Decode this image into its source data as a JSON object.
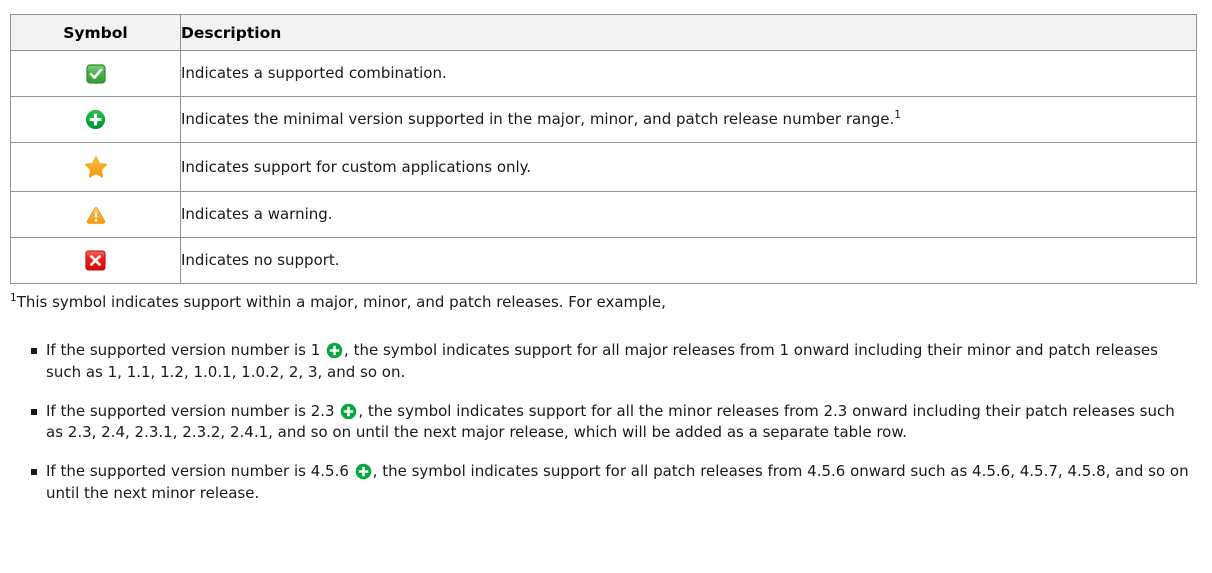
{
  "table": {
    "headers": [
      "Symbol",
      "Description"
    ],
    "rows": [
      {
        "icon": "green-check-box-icon",
        "description": "Indicates a supported combination.",
        "footnote_marker": ""
      },
      {
        "icon": "green-plus-circle-icon",
        "description": "Indicates the minimal version supported in the major, minor, and patch release number range.",
        "footnote_marker": "1"
      },
      {
        "icon": "orange-star-icon",
        "description": "Indicates support for custom applications only.",
        "footnote_marker": ""
      },
      {
        "icon": "orange-warning-triangle-icon",
        "description": "Indicates a warning.",
        "footnote_marker": ""
      },
      {
        "icon": "red-x-box-icon",
        "description": "Indicates no support.",
        "footnote_marker": ""
      }
    ]
  },
  "footnote": {
    "marker": "1",
    "text": "This symbol indicates support within a major, minor, and patch releases. For example,"
  },
  "examples": [
    {
      "icon": "green-plus-circle-icon",
      "text_before": "If the supported version number is 1 ",
      "text_after": ", the symbol indicates support for all major releases from 1 onward including their minor and patch releases such as 1, 1.1, 1.2, 1.0.1, 1.0.2, 2, 3, and so on."
    },
    {
      "icon": "green-plus-circle-icon",
      "text_before": "If the supported version number is 2.3 ",
      "text_after": ", the symbol indicates support for all the minor releases from 2.3 onward including their patch releases such as 2.3, 2.4, 2.3.1, 2.3.2, 2.4.1, and so on until the next major release, which will be added as a separate table row."
    },
    {
      "icon": "green-plus-circle-icon",
      "text_before": "If the supported version number is 4.5.6 ",
      "text_after": ", the symbol indicates support for all patch releases from 4.5.6 onward such as 4.5.6, 4.5.7, 4.5.8, and so on until the next minor release."
    }
  ],
  "colors": {
    "table_border": "#949494",
    "header_background": "#f2f2f2",
    "text": "#1a1a1a",
    "check_green": "#3aa741",
    "plus_green": "#00a63f",
    "star_orange": "#f9a825",
    "warning_orange": "#f6a623",
    "error_red": "#e81b1b"
  }
}
